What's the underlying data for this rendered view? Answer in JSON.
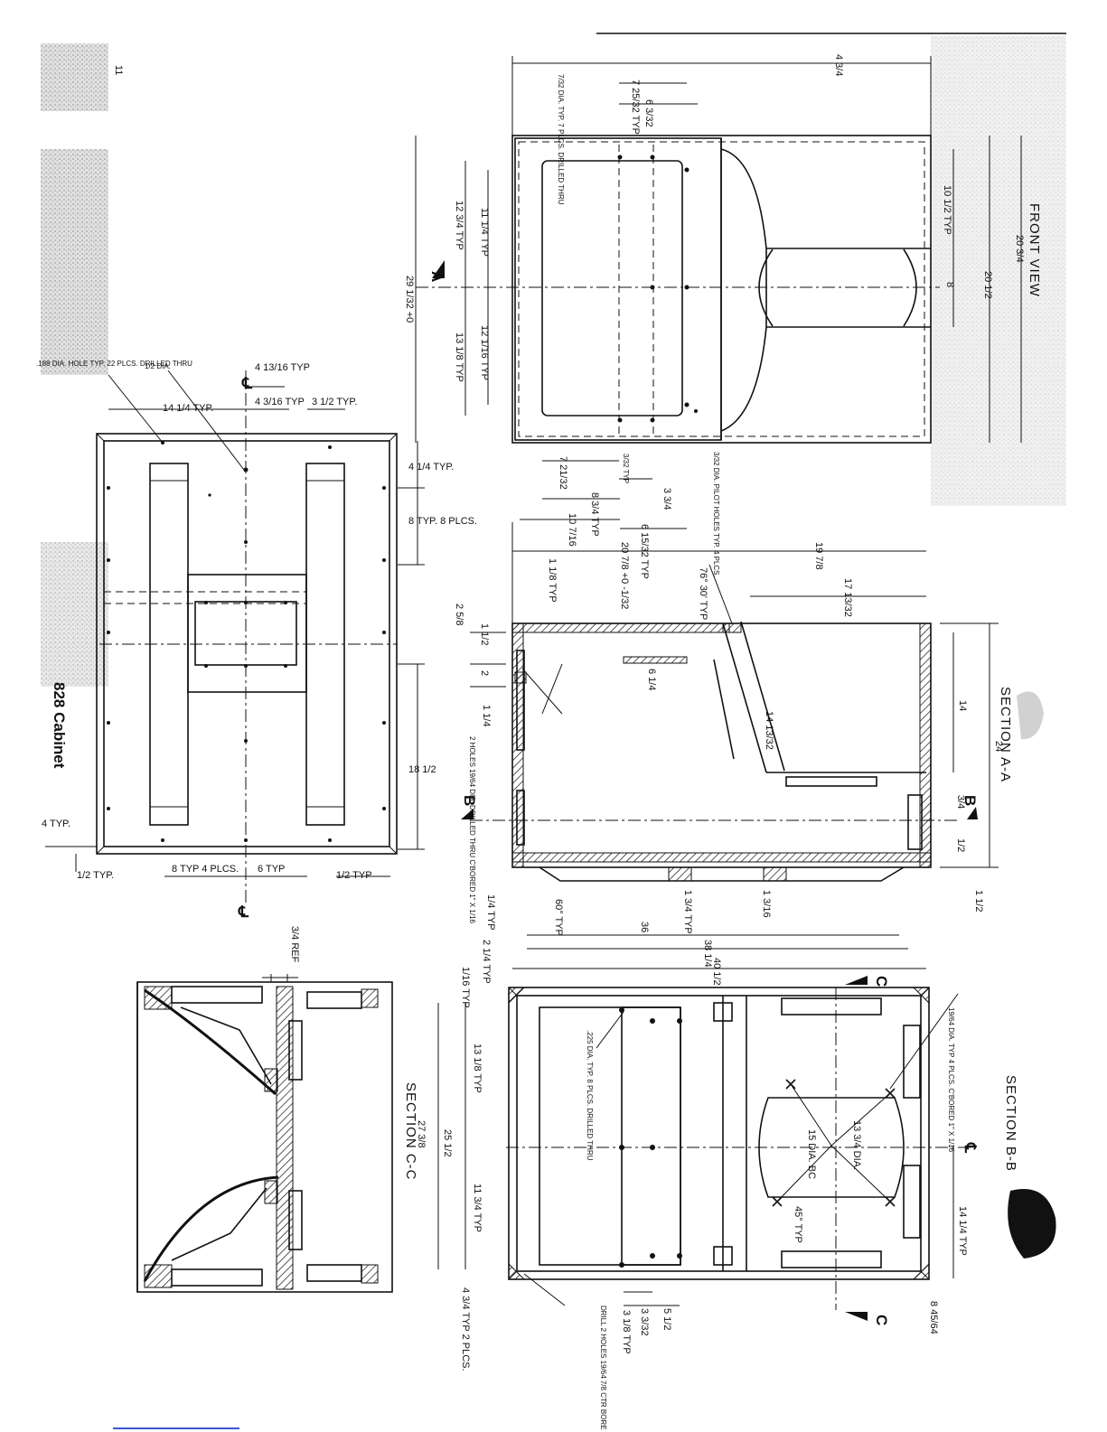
{
  "page": {
    "corner_mark": "11",
    "cabinet_title": "828 Cabinet",
    "bottom_link": ""
  },
  "views": {
    "front_view": "FRONT VIEW",
    "section_aa": "SECTION A-A",
    "section_bb": "SECTION B-B",
    "section_cc": "SECTION C-C"
  },
  "markers": {
    "a": "A",
    "b": "B",
    "c": "C",
    "cl": "℄"
  },
  "front_view_dims": {
    "overall_width": "4 3/4",
    "d7_32_dia": "7/32 DIA. TYP. 7 PLCS. DRILLED THRU",
    "d7_25": "7 25/32 TYP",
    "d6_3": "6 3/32",
    "d10": "10 1/2 TYP",
    "d8": "8",
    "d20": "20 1/2",
    "d20b": "20 3/4",
    "d12_3_4": "12 3/4 TYP",
    "d11_1_4": "11 1/4 TYP",
    "d29": "29 1/32 +0",
    "d12_1_16": "12 1/16 TYP",
    "d13_1_8": "13 1/8 TYP",
    "d7_21": "7 21/32",
    "d3_32": "3/32 TYP",
    "d3_4": "3 3/4",
    "d8_3_4": "8 3/4 TYP",
    "d10_7_16": "10 7/16",
    "d6_15": "6 15/32 TYP",
    "pilot_holes": "3/32 DIA. PILOT HOLES TYP. 4 PLCS."
  },
  "plan_view_dims": {
    "hole_note": ".188 DIA. HOLE TYP. 22 PLCS. DRILLED THRU",
    "d1_2_dia": "1/2 DIA.",
    "d4_13": "4 13/16 TYP",
    "d14_1_4": "14 1/4 TYP.",
    "d4_3_16": "4 3/16 TYP",
    "d3_1_2": "3 1/2 TYP.",
    "d4_1_4": "4 1/4 TYP.",
    "d8_typ": "8 TYP. 8 PLCS.",
    "d18_1_2": "18 1/2",
    "d4_typ": "4 TYP.",
    "d1_2_typ": "1/2 TYP.",
    "d8_bottom": "8 TYP 4 PLCS.",
    "d6_bottom": "6 TYP",
    "d1_2_typ_r": "1/2 TYP"
  },
  "section_aa_dims": {
    "d20": "20 7/8 +0 -1/32",
    "d19_7_8": "19 7/8",
    "d17": "17 13/32",
    "d76": "76° 30' TYP",
    "d1_1_8": "1 1/8 TYP",
    "d2_5_8": "2 5/8",
    "d1_1_2": "1 1/2",
    "d2": "2",
    "d1_1_4": "1 1/4",
    "d6_1_4": "6 1/4",
    "d14_13": "14 13/32",
    "holes_note": "2 HOLES 19/64 DIA. DRILLED THRU C'BORED 1\" X 1/16",
    "d14": "14",
    "d24": "24",
    "d3_4": "3/4",
    "d1_2": "1/2",
    "d60": "60° TYP",
    "d1_4_typ": "1/4 TYP",
    "d1_3_4": "1 3/4 TYP",
    "d1_3_16": "1 3/16",
    "d36": "36",
    "d38": "38 1/4",
    "d40": "40 1/2",
    "d2_1_4": "2 1/4 TYP",
    "d1_1_2b": "1 1/2"
  },
  "section_bb_dims": {
    "d225": ".225 DIA. TYP. 8 PLCS. DRILLED THRU",
    "d27": "27 3/8",
    "d13_1_8": "13 1/8 TYP",
    "d25": "25 1/2",
    "d11_3_4": "11 3/4 TYP",
    "d1_16": "1/16 TYP",
    "d4_3_4": "4 3/4 TYP 2 PLCS.",
    "d19_64": "19/64 DIA. TYP 4 PLCS. C'BORED 1\" X 1/16",
    "d15": "15 DIA. BC",
    "d13_3_4": "13 3/4 DIA.",
    "d45": "45° TYP",
    "d14_1_4": "14 1/4 TYP",
    "d8_45": "8 45/64",
    "drill_note": "DRILL 2 HOLES 19/64 7/8 CTR BORE 1/16 DEEP",
    "d3_1_8": "3 1/8 TYP",
    "d3_3_32": "3 3/32",
    "d5_1_2": "5 1/2"
  },
  "section_cc_dims": {
    "d3_4_ref": "3/4 REF"
  }
}
